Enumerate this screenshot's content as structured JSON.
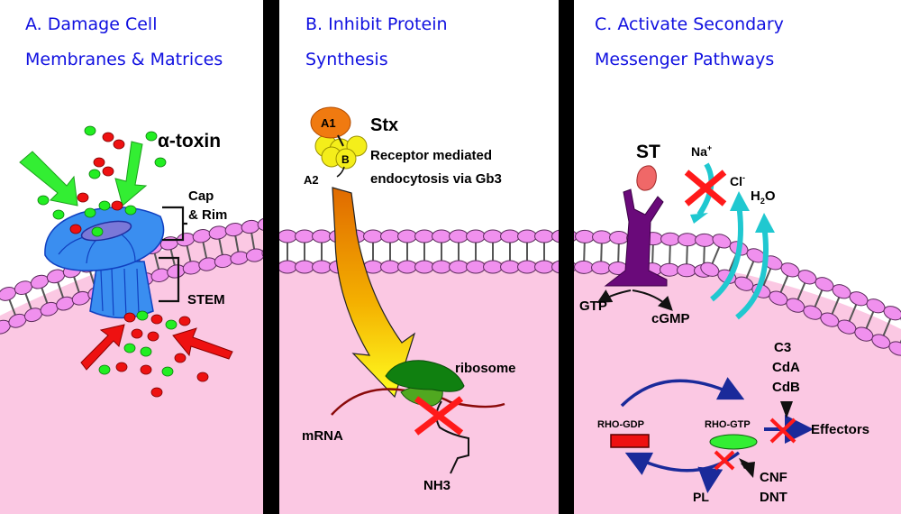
{
  "panels": [
    {
      "id": "A",
      "title_line1": "A. Damage Cell",
      "title_line2": "Membranes & Matrices",
      "labels": {
        "toxin": "α-toxin",
        "cap_line1": "Cap",
        "cap_line2": "& Rim",
        "stem": "STEM"
      }
    },
    {
      "id": "B",
      "title_line1": "B. Inhibit Protein",
      "title_line2": "Synthesis",
      "labels": {
        "a1": "A1",
        "b": "B",
        "a2": "A2",
        "toxin": "Stx",
        "desc_line1": "Receptor mediated",
        "desc_line2": "endocytosis via Gb3",
        "ribosome": "ribosome",
        "mrna": "mRNA",
        "nh3": "NH3"
      }
    },
    {
      "id": "C",
      "title_line1": "C. Activate Secondary",
      "title_line2": "Messenger Pathways",
      "labels": {
        "toxin": "ST",
        "na": "Na",
        "na_sup": "+",
        "cl": "Cl",
        "cl_sup": "-",
        "h2o_h": "H",
        "h2o_sub": "2",
        "h2o_o": "O",
        "gtp": "GTP",
        "cgmp": "cGMP",
        "c3": "C3",
        "cda": "CdA",
        "cdb": "CdB",
        "rho_gdp": "RHO-GDP",
        "rho_gtp": "RHO-GTP",
        "effectors": "Effectors",
        "pl": "PL",
        "cnf": "CNF",
        "dnt": "DNT"
      }
    }
  ],
  "colors": {
    "title": "#1010e0",
    "cytoplasm": "#fbc8e3",
    "lipid_head": "#f090ee",
    "pore": "#3a8ef0",
    "arrow_green": "#33ee33",
    "arrow_red": "#ee1111",
    "inhibit_x": "#ff1a1a",
    "ribosome": "#108010",
    "receptor": "#6a0a7a",
    "water_arrow": "#20c8d0",
    "rho_arrow": "#1a2a9a"
  }
}
